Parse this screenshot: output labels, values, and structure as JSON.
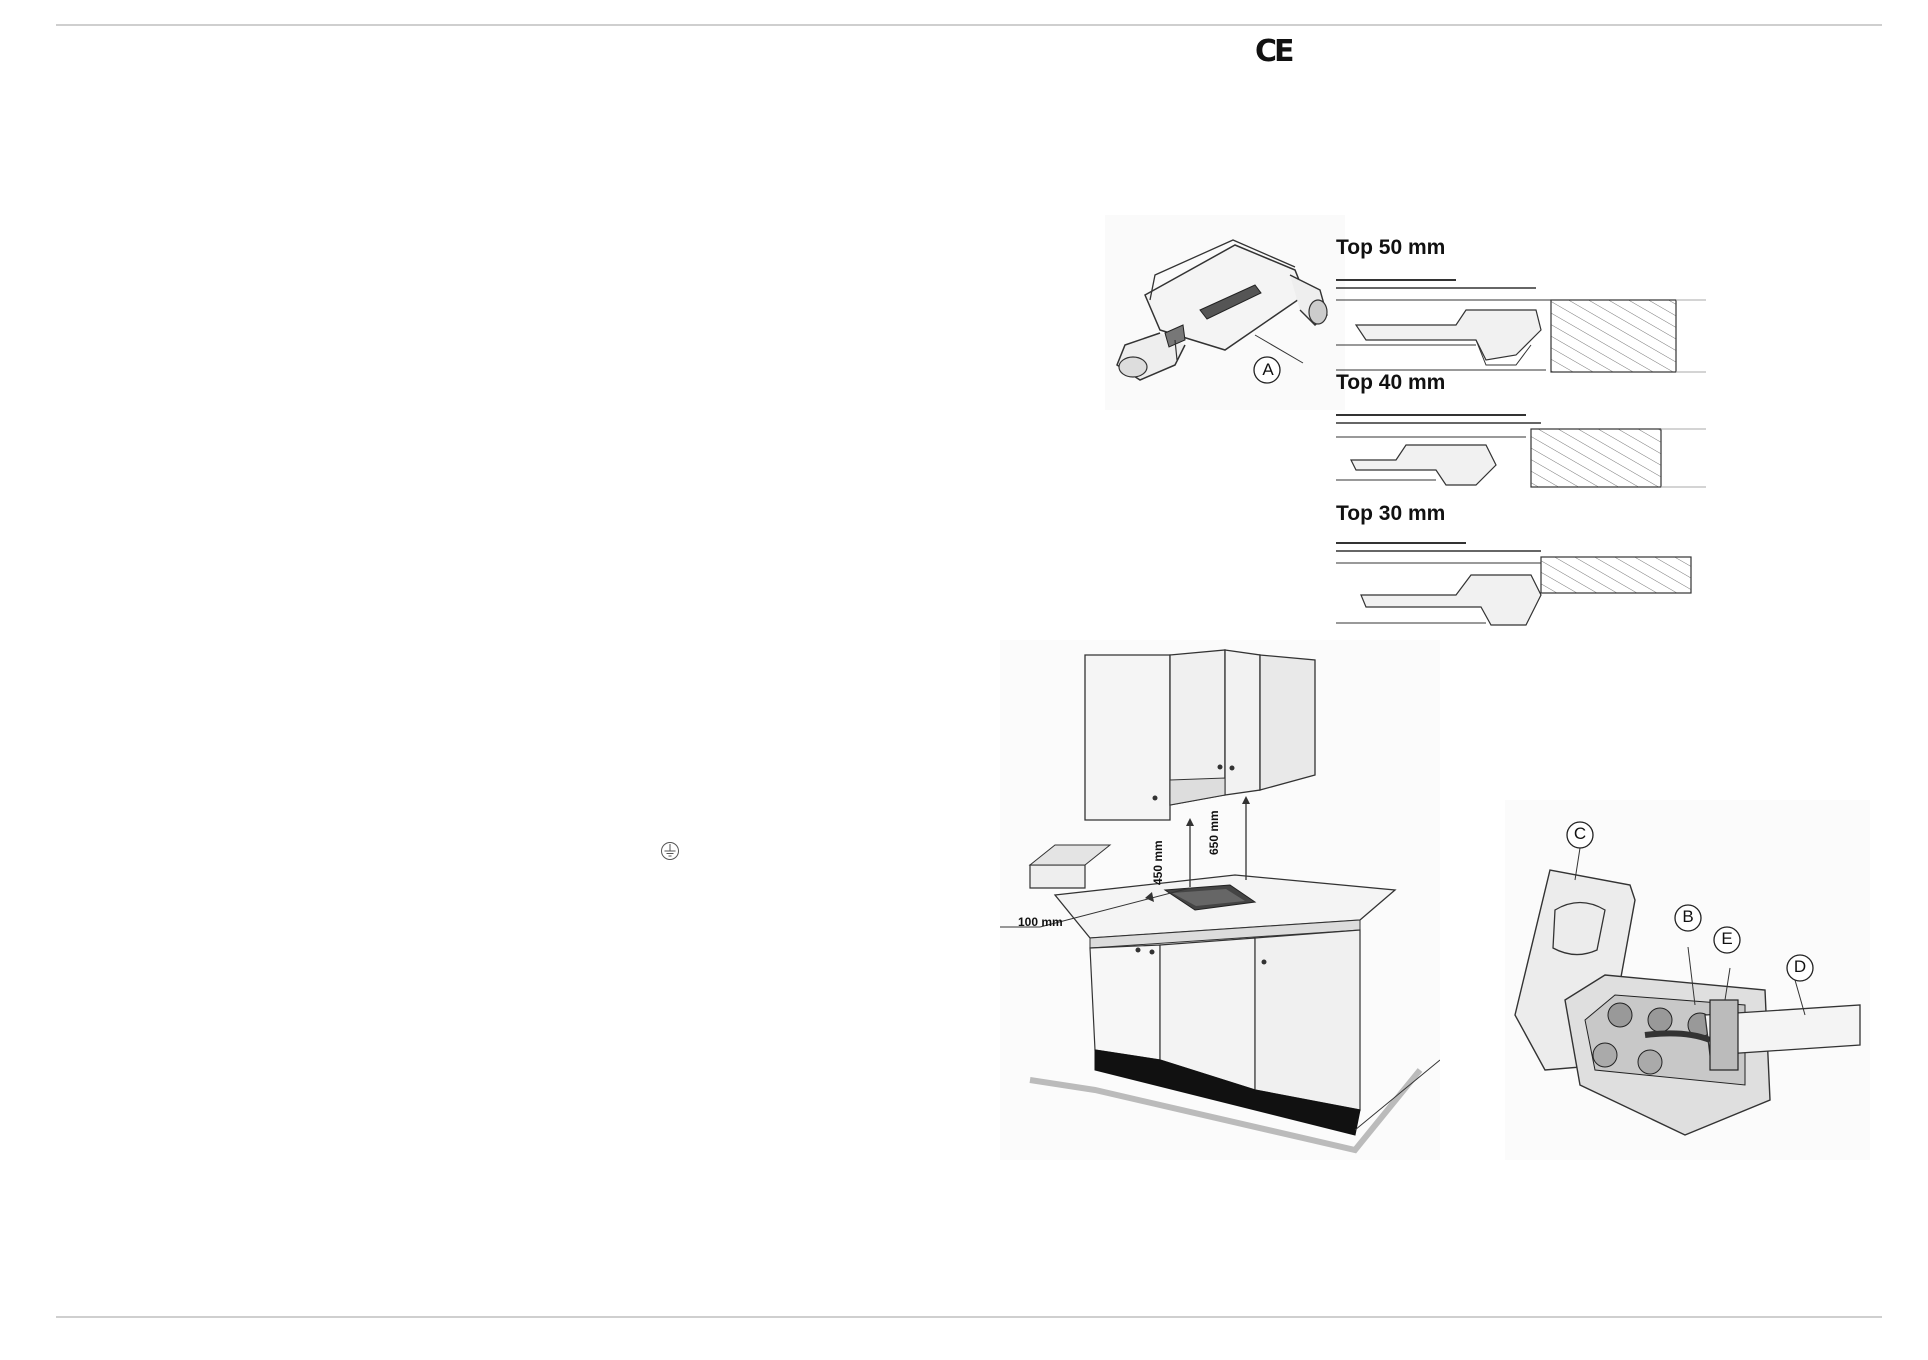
{
  "header": {
    "mark": "CE"
  },
  "clip_figure": {
    "callout": "A"
  },
  "worktop_sections": [
    {
      "label": "Top 50 mm"
    },
    {
      "label": "Top 40 mm"
    },
    {
      "label": "Top 30 mm"
    }
  ],
  "kitchen_figure": {
    "dim_side": "100 mm",
    "dim_low": "450 mm",
    "dim_high": "650 mm"
  },
  "terminal_figure": {
    "callouts": [
      "C",
      "B",
      "E",
      "D"
    ]
  },
  "symbols": {
    "ground": "earth-ground-icon"
  }
}
